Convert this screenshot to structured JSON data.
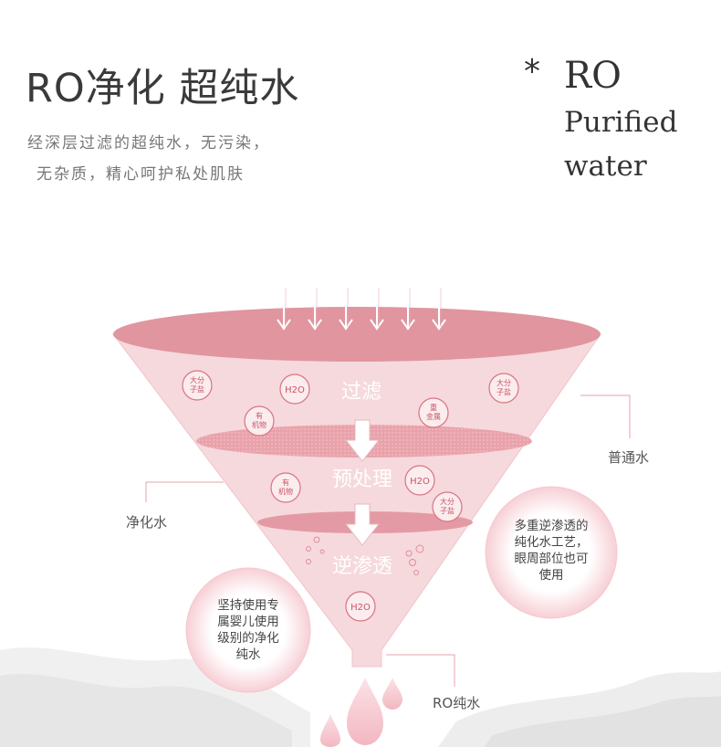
{
  "header": {
    "title": "RO净化 超纯水",
    "subtitle_lines": [
      "经深层过滤的超纯水，无污染，",
      "无杂质，精心呵护私处肌肤"
    ],
    "en_star": "*",
    "en_lines": [
      "RO",
      "Purified",
      "water"
    ]
  },
  "funnel": {
    "stages": [
      "过滤",
      "预处理",
      "逆渗透"
    ],
    "particles": {
      "large_molecule_salt": "大分\n子盐",
      "water": "H2O",
      "organic": "有\n机物",
      "heavy_metal": "重\n金属"
    }
  },
  "callouts": {
    "ordinary_water": "普通水",
    "purified_water": "净化水",
    "ro_water": "RO纯水"
  },
  "bubbles": {
    "left": [
      "坚持使用专",
      "属婴儿使用",
      "级别的净化",
      "纯水"
    ],
    "right": [
      "多重逆渗透的",
      "纯化水工艺，",
      "眼周部位也可",
      "使用"
    ]
  },
  "colors": {
    "funnel_top": "#e0959f",
    "funnel_body": "#f6d9dc",
    "accent_red": "#d9737f",
    "arrow_white": "#ffffff"
  }
}
